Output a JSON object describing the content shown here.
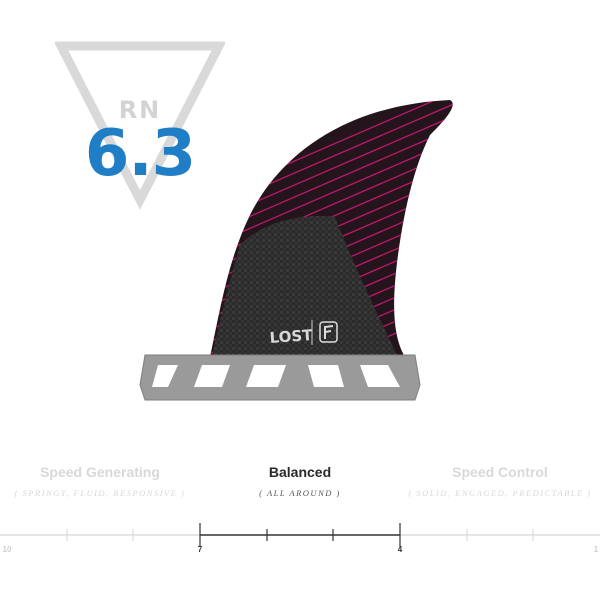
{
  "badge": {
    "code": "RN",
    "rating": "6.3"
  },
  "fin": {
    "brand_logo_text": "LOST",
    "colors": {
      "base": "#2b2b2b",
      "stripe": "#d81b7a",
      "accent": "#1f7ec6"
    }
  },
  "flex_scale": {
    "categories": [
      {
        "title": "Speed Generating",
        "subtitle": "( SPRINGY, FLUID, RESPONSIVE )",
        "active": false
      },
      {
        "title": "Balanced",
        "subtitle": "( ALL AROUND )",
        "active": true
      },
      {
        "title": "Speed Control",
        "subtitle": "( SOLID, ENGAGED, PREDICTABLE )",
        "active": false
      }
    ],
    "tick_labels": [
      "10",
      "7",
      "4",
      "1"
    ]
  }
}
